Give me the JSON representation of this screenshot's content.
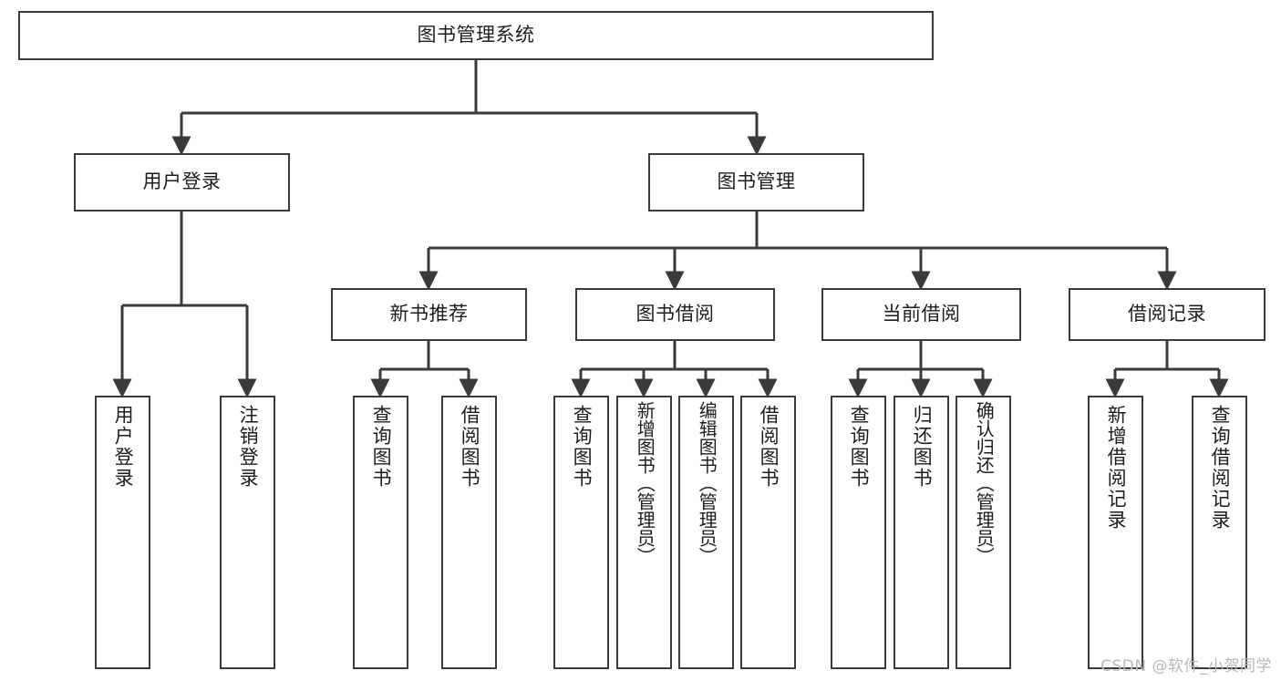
{
  "diagram": {
    "title": "图书管理系统",
    "type": "tree-hierarchy",
    "watermark": "CSDN @软件_小贺同学",
    "colors": {
      "border": "#3a3a3a",
      "background": "#ffffff",
      "text": "#1d1d1d",
      "connector": "#3a3a3a",
      "watermark": "#b9b9b9"
    },
    "root": {
      "label": "图书管理系统"
    },
    "level2": [
      {
        "label": "用户登录"
      },
      {
        "label": "图书管理"
      }
    ],
    "level3": [
      {
        "label": "新书推荐"
      },
      {
        "label": "图书借阅"
      },
      {
        "label": "当前借阅"
      },
      {
        "label": "借阅记录"
      }
    ],
    "leaves": {
      "user_login": [
        {
          "label": "用户登录"
        },
        {
          "label": "注销登录"
        }
      ],
      "new_book_recommend": [
        {
          "label": "查询图书"
        },
        {
          "label": "借阅图书"
        }
      ],
      "book_borrow": [
        {
          "label": "查询图书"
        },
        {
          "label": "新增图书（管理员）"
        },
        {
          "label": "编辑图书（管理员）"
        },
        {
          "label": "借阅图书"
        }
      ],
      "current_borrow": [
        {
          "label": "查询图书"
        },
        {
          "label": "归还图书"
        },
        {
          "label": "确认归还（管理员）"
        }
      ],
      "borrow_record": [
        {
          "label": "新增借阅记录"
        },
        {
          "label": "查询借阅记录"
        }
      ]
    }
  }
}
